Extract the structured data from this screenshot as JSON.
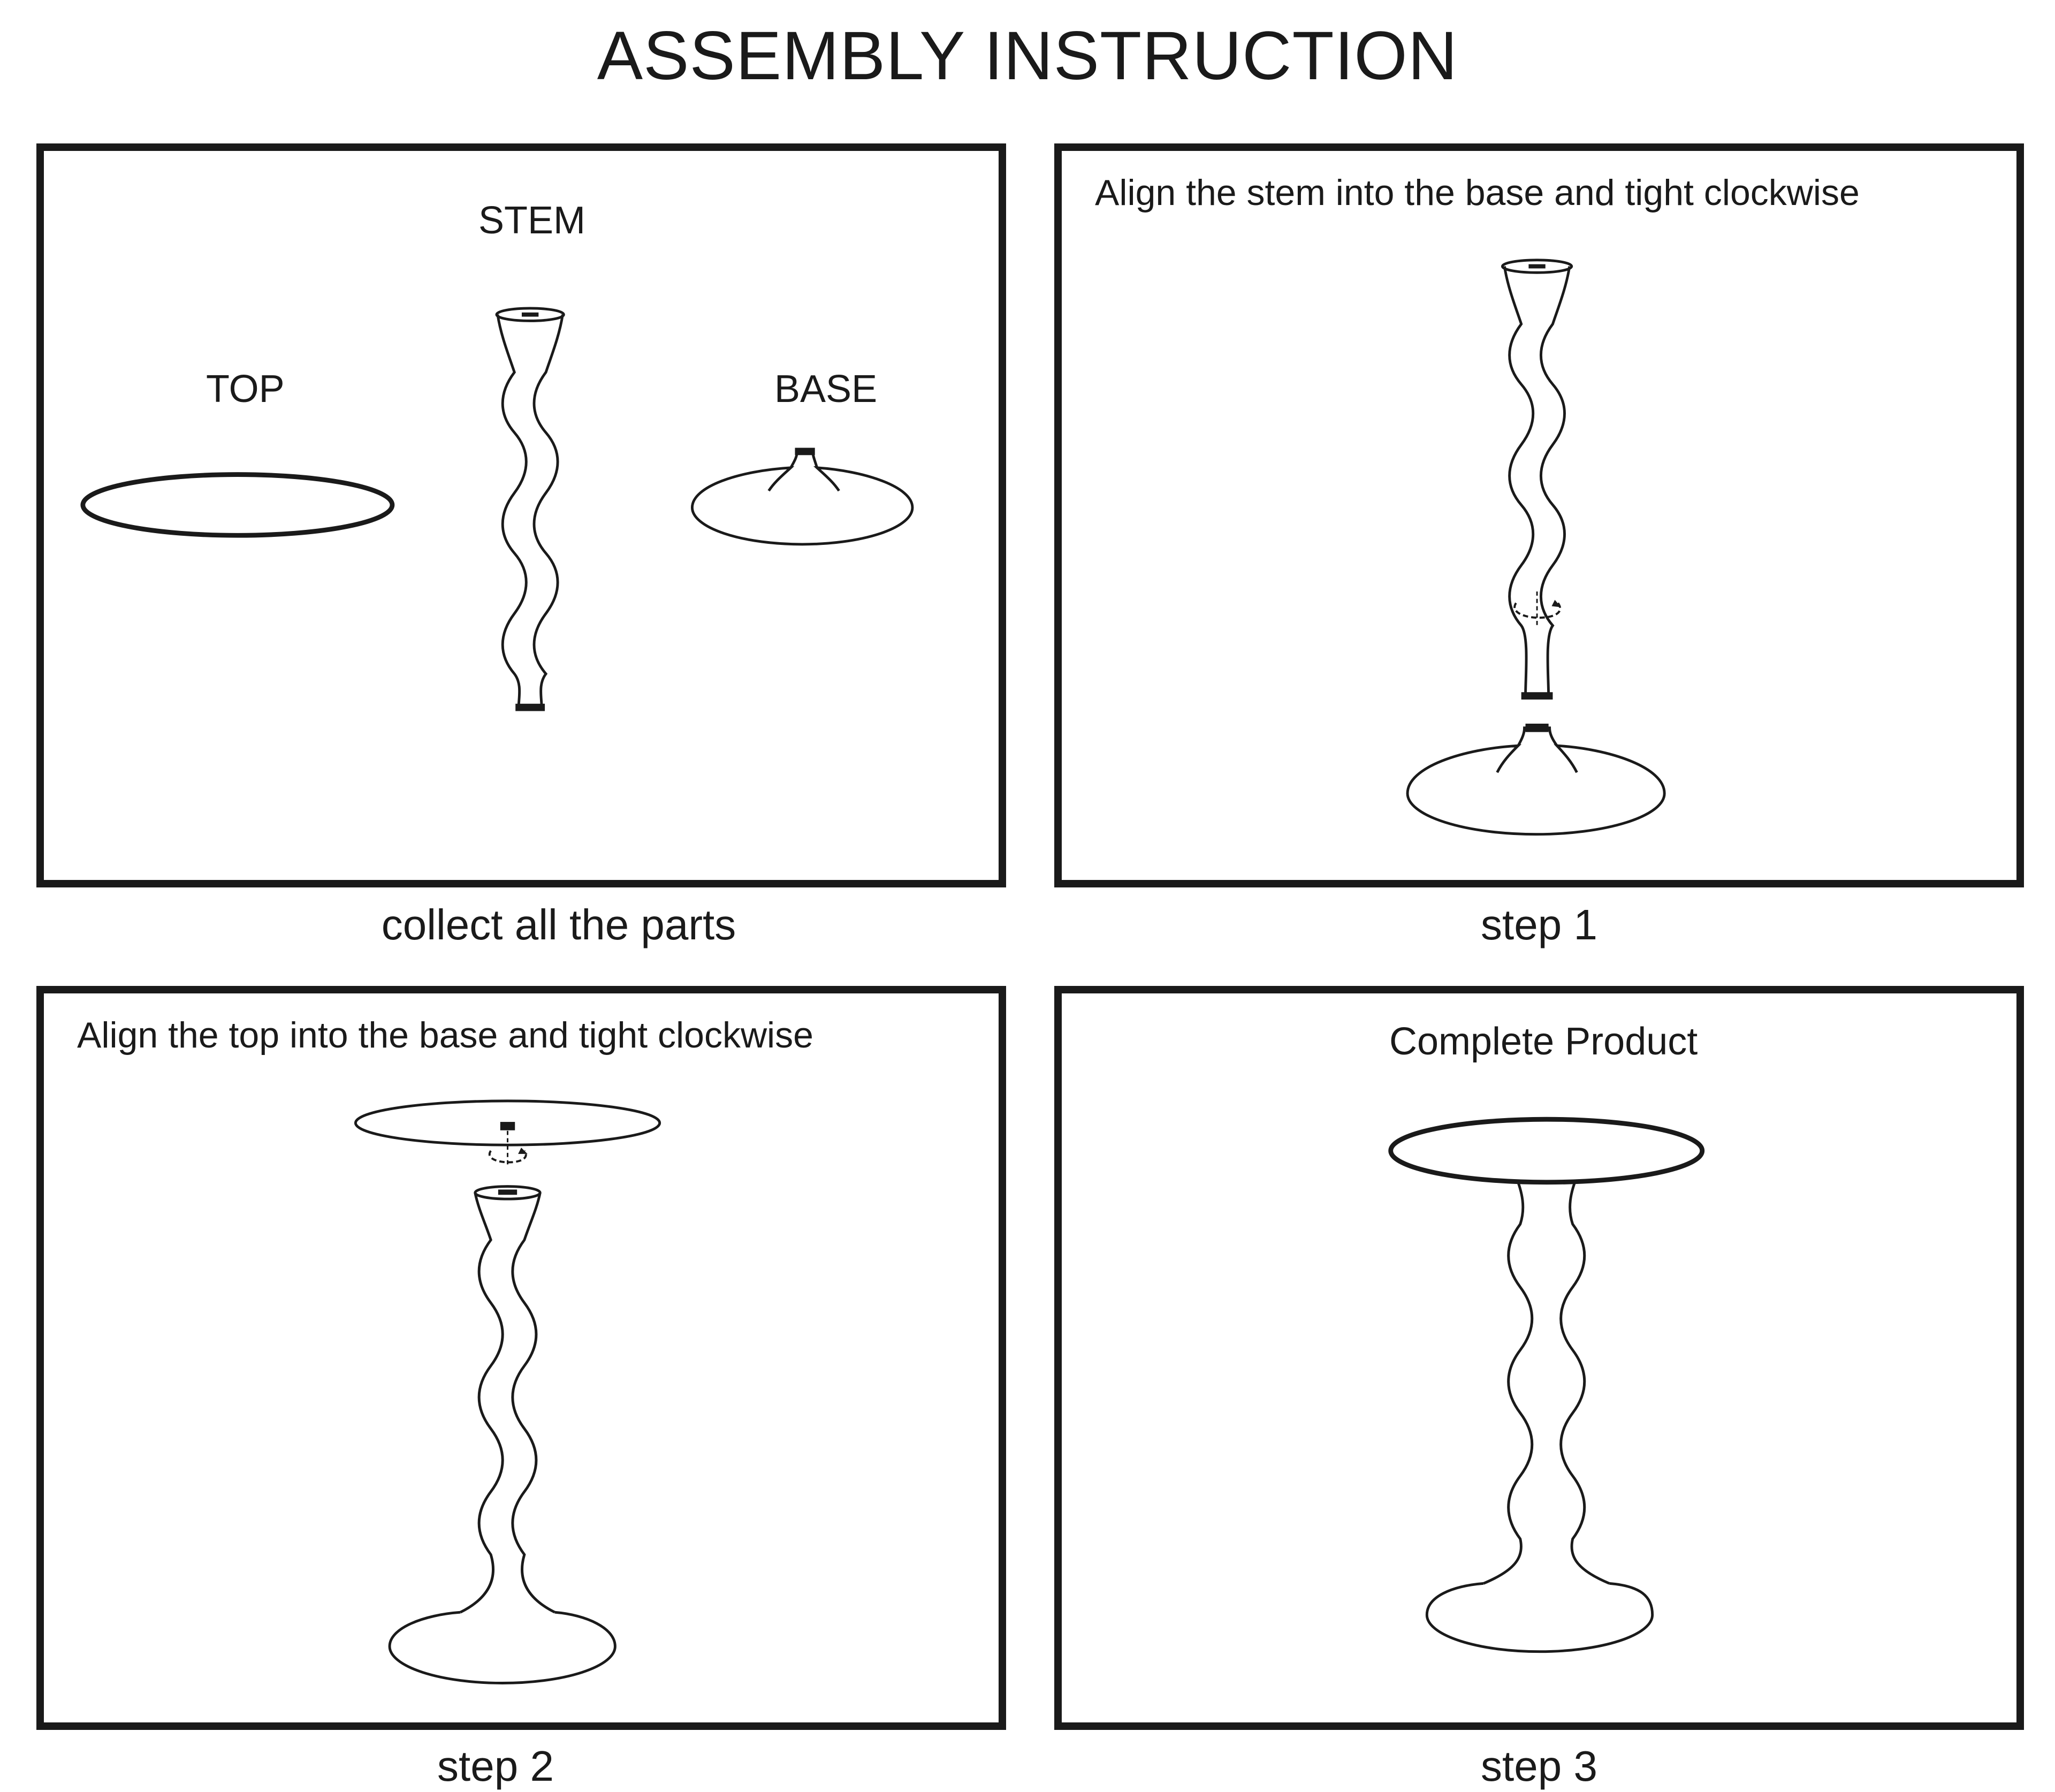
{
  "title": "ASSEMBLY INSTRUCTION",
  "panels": [
    {
      "caption": "collect all the parts",
      "labels": {
        "stem": "STEM",
        "top": "TOP",
        "base": "BASE"
      }
    },
    {
      "caption": "step 1",
      "instruction": "Align the stem into the base and tight clockwise"
    },
    {
      "caption": "step 2",
      "instruction": "Align the top into the base and tight clockwise"
    },
    {
      "caption": "step 3",
      "heading": "Complete Product"
    }
  ],
  "colors": {
    "line": "#1a1a1a",
    "background": "#ffffff"
  }
}
